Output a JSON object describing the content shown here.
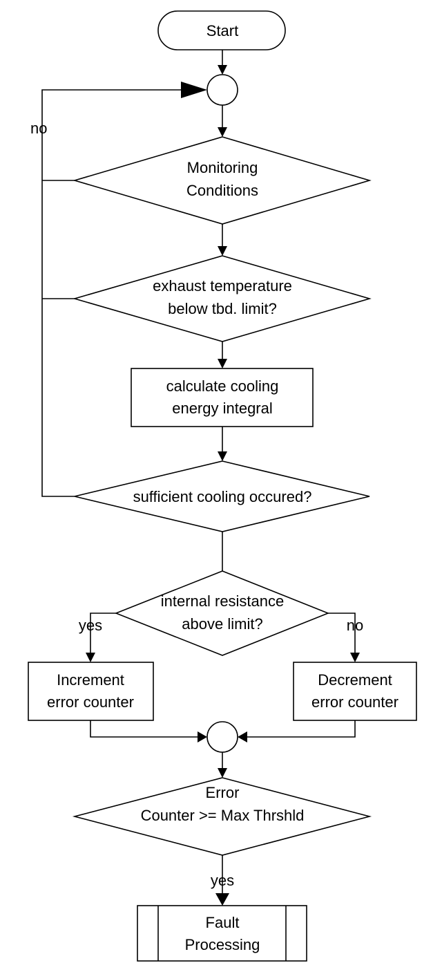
{
  "flowchart": {
    "start": "Start",
    "loop_no_label": "no",
    "monitoring": [
      "Monitoring",
      "Conditions"
    ],
    "exhaust": [
      "exhaust temperature",
      "below tbd. limit?"
    ],
    "calculate": [
      "calculate cooling",
      "energy integral"
    ],
    "sufficient": "sufficient cooling occured?",
    "resistance": [
      "internal resistance",
      "above limit?"
    ],
    "resistance_yes": "yes",
    "resistance_no": "no",
    "increment": [
      "Increment",
      "error counter"
    ],
    "decrement": [
      "Decrement",
      "error counter"
    ],
    "error_check": [
      "Error",
      "Counter >= Max Thrshld"
    ],
    "error_yes": "yes",
    "fault": [
      "Fault",
      "Processing"
    ]
  }
}
